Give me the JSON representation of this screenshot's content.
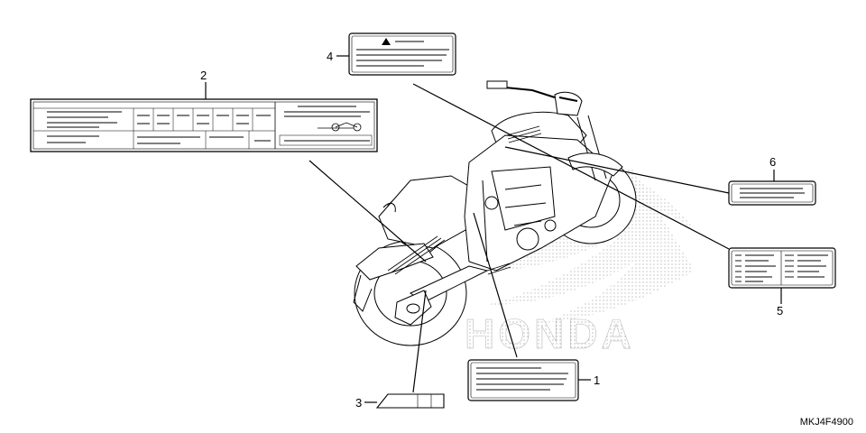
{
  "callouts": [
    "1",
    "2",
    "3",
    "4",
    "5",
    "6"
  ],
  "brand_watermark": "HONDA",
  "diagram_code": "MKJ4F4900"
}
